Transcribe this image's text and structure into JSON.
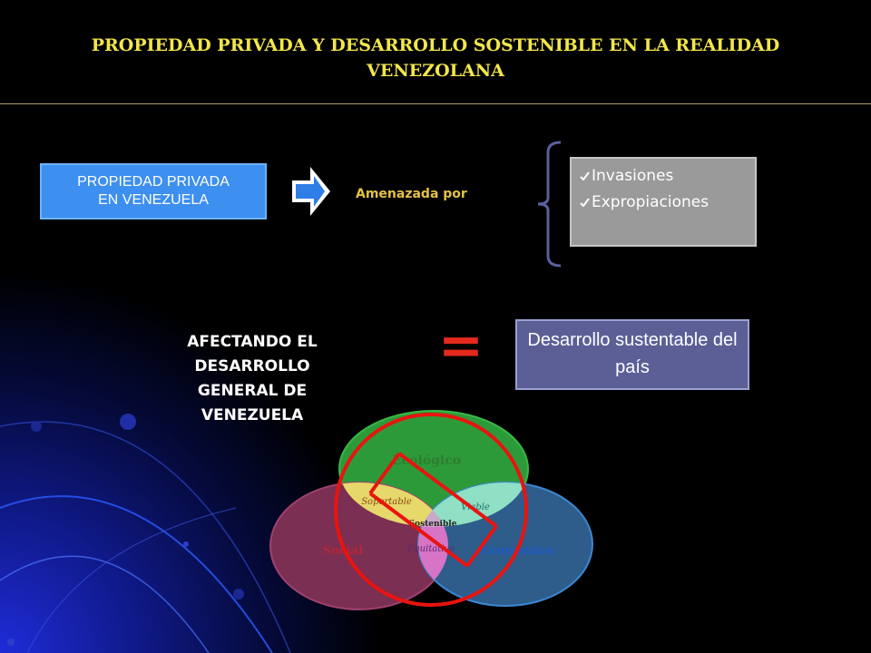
{
  "title": "PROPIEDAD PRIVADA Y DESARROLLO SOSTENIBLE EN LA REALIDAD VENEZOLANA",
  "property_box": {
    "line1": "PROPIEDAD PRIVADA",
    "line2": "EN  VENEZUELA"
  },
  "threat_label": "Amenazada por",
  "threats": [
    "Invasiones",
    "Expropiaciones"
  ],
  "affect_text": "AFECTANDO EL DESARROLLO GENERAL DE VENEZUELA",
  "equals": "=",
  "development_box": "Desarrollo sustentable del país",
  "venn": {
    "ecologico": "Ecológico",
    "social": "Social",
    "economico": "Económico",
    "soportable": "Soportable",
    "viable": "Viable",
    "equitativo": "Equitativo",
    "sostenible": "Sostenible"
  },
  "colors": {
    "title": "#f2e64a",
    "property_box": "#3d8ff0",
    "threat_label": "#e5c243",
    "list_box": "#9a9a9a",
    "development_box": "#5b5f96",
    "equals": "#e52a1d",
    "prohibition": "#e8140f"
  }
}
